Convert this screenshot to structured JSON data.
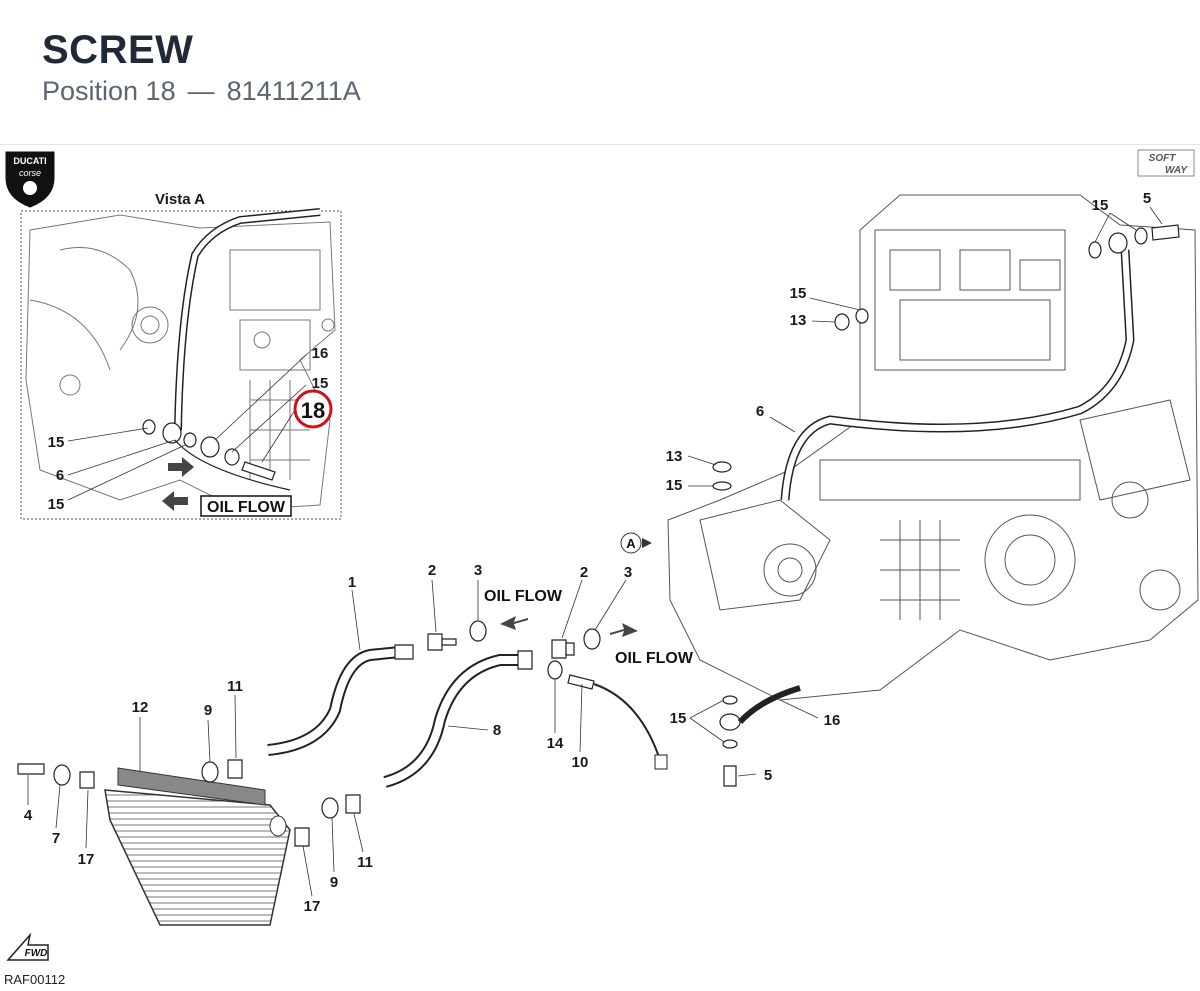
{
  "header": {
    "title": "SCREW",
    "position_label": "Position 18",
    "separator": "—",
    "part_number": "81411211A"
  },
  "inset": {
    "title": "Vista A",
    "labels": [
      "16",
      "15",
      "18",
      "15",
      "6",
      "15"
    ],
    "highlight": "18",
    "oil_flow": "OIL FLOW"
  },
  "logos": {
    "left_top": "DUCATI",
    "left_bottom": "corse",
    "right_top": "SOFT",
    "right_bottom": "WAY"
  },
  "main": {
    "oil_flow_1": "OIL FLOW",
    "oil_flow_2": "OIL FLOW",
    "view_marker": "A",
    "fwd": "FWD"
  },
  "callouts": {
    "c15_top": "15",
    "c5_top": "5",
    "c15_mid": "15",
    "c13_mid": "13",
    "c6": "6",
    "c13_low": "13",
    "c15_low": "15",
    "c1": "1",
    "c2a": "2",
    "c3a": "3",
    "c2b": "2",
    "c3b": "3",
    "c12": "12",
    "c11a": "11",
    "c9a": "9",
    "c8": "8",
    "c14": "14",
    "c10": "10",
    "c15_bot": "15",
    "c16": "16",
    "c5_bot": "5",
    "c4": "4",
    "c7": "7",
    "c17a": "17",
    "c9b": "9",
    "c11b": "11",
    "c17b": "17"
  },
  "footer": {
    "drawing_code": "RAF00112"
  },
  "colors": {
    "highlight_ring": "#d0111b",
    "line": "#333333",
    "title": "#1f2937",
    "subtitle": "#5b6573"
  }
}
